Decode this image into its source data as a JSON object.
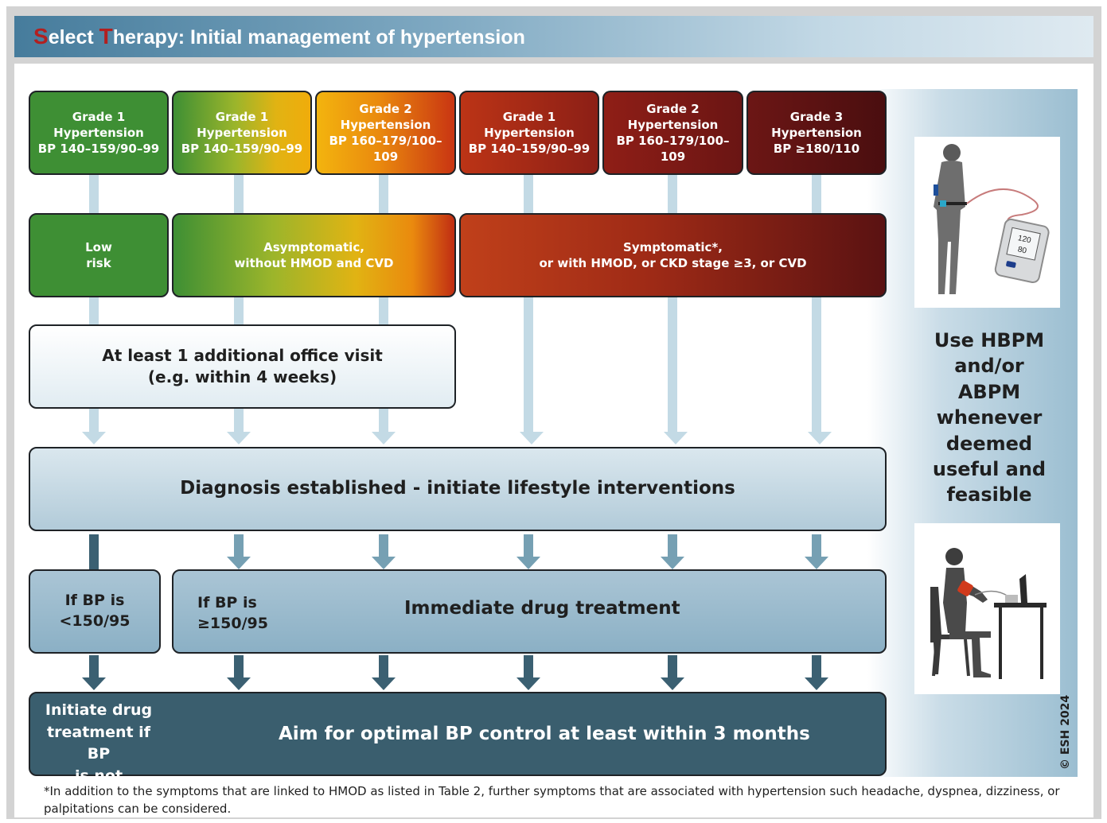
{
  "title": {
    "s_initial": "S",
    "part1": "elect ",
    "t_initial": "T",
    "part2": "herapy: Initial management of hypertension"
  },
  "grades": [
    {
      "line1": "Grade 1",
      "line2": "Hypertension",
      "line3": "BP 140–159/90–99"
    },
    {
      "line1": "Grade 1",
      "line2": "Hypertension",
      "line3": "BP 140–159/90–99"
    },
    {
      "line1": "Grade 2",
      "line2": "Hypertension",
      "line3": "BP 160–179/100–109"
    },
    {
      "line1": "Grade 1",
      "line2": "Hypertension",
      "line3": "BP 140–159/90–99"
    },
    {
      "line1": "Grade 2",
      "line2": "Hypertension",
      "line3": "BP 160–179/100–109"
    },
    {
      "line1": "Grade 3",
      "line2": "Hypertension",
      "line3": "BP ≥180/110"
    }
  ],
  "risk": {
    "low_line1": "Low",
    "low_line2": "risk",
    "asym_line1": "Asymptomatic,",
    "asym_line2": "without HMOD and CVD",
    "symp_line1": "Symptomatic*,",
    "symp_line2": "or with HMOD, or CKD stage ≥3, or CVD"
  },
  "visit": {
    "line1": "At least 1 additional office visit",
    "line2": "(e.g. within 4 weeks)"
  },
  "diagnosis": "Diagnosis established - initiate lifestyle interventions",
  "treatment": {
    "low_line1": "If BP is",
    "low_line2": "<150/95",
    "high_line1": "If BP is",
    "high_line2": "≥150/95",
    "immediate": "Immediate drug treatment"
  },
  "final": {
    "left_line1": "Initiate drug",
    "left_line2": "treatment if BP",
    "left_line3": "is not controlled",
    "main": "Aim for optimal BP control at least within 3 months"
  },
  "side": {
    "lines": [
      "Use HBPM",
      "and/or",
      "ABPM",
      "whenever",
      "deemed",
      "useful and",
      "feasible"
    ],
    "monitor_sys": "120",
    "monitor_dia": "80"
  },
  "copyright": "© ESH 2024",
  "footnote": "*In addition to the symptoms that are linked to HMOD as listed in Table 2, further symptoms that are associated with hypertension such headache, dyspnea, dizziness, or palpitations can be considered."
}
